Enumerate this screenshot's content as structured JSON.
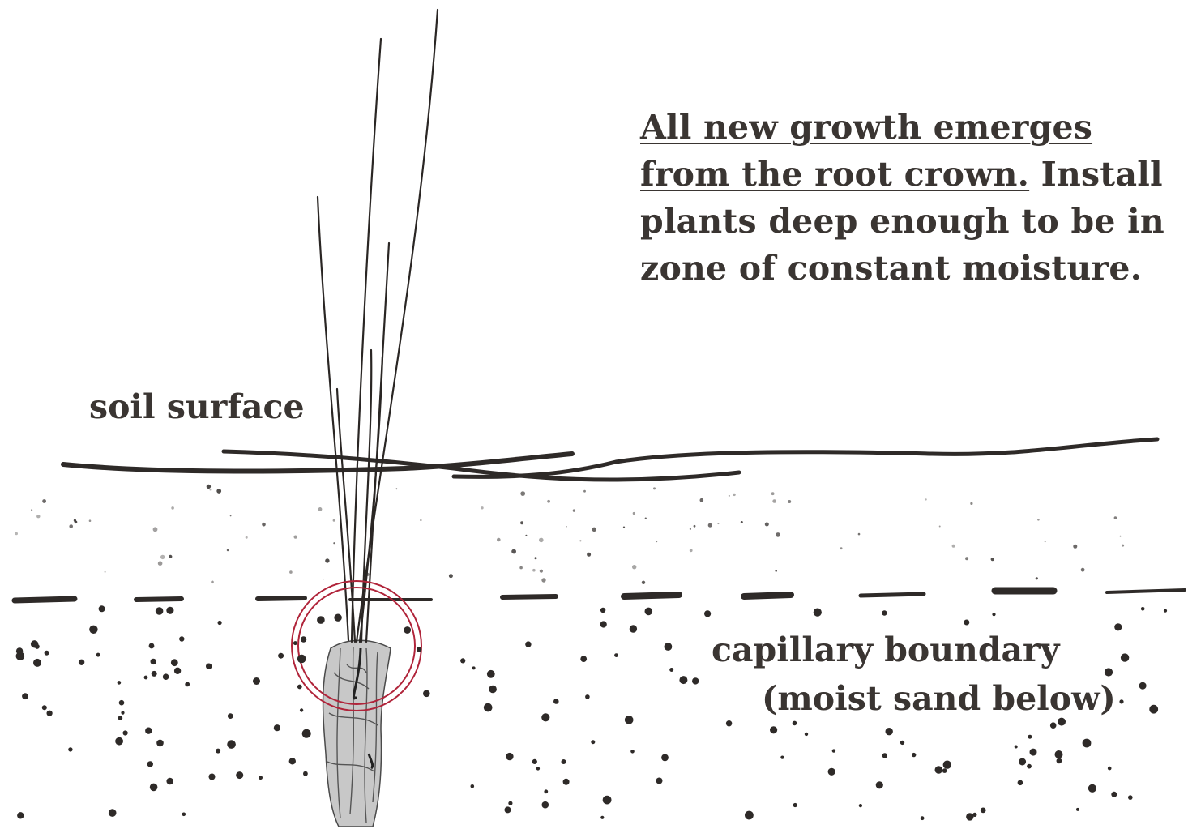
{
  "note": {
    "underlined": "All new growth emerges from the root crown.",
    "rest": " Install plants deep enough to be in zone of constant moisture."
  },
  "labels": {
    "soil_surface": "soil surface",
    "capillary_boundary": "capillary boundary",
    "moist_sand": "(moist sand below)"
  },
  "colors": {
    "ink": "#2e2a28",
    "text": "#3a3532",
    "crown_circle": "#b0243a",
    "root_shading": "#b8b8b8"
  }
}
